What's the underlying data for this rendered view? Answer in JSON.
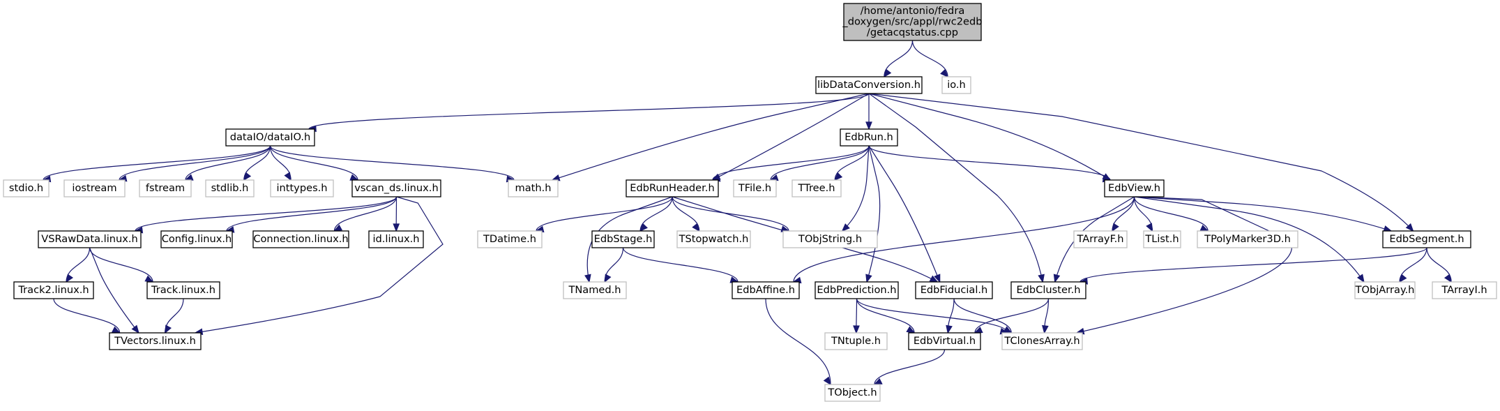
{
  "colors": {
    "edge": "#191970",
    "root_fill": "#bfbfbf",
    "root_border": "#000000",
    "node_fill": "#ffffff",
    "documented_border": "#000000",
    "external_border": "#bfbfbf",
    "external_text": "#000000"
  },
  "nodes": [
    {
      "id": "root",
      "lines": [
        "/home/antonio/fedra",
        "_doxygen/src/appl/rwc2edb",
        "/getacqstatus.cpp"
      ],
      "kind": "root"
    },
    {
      "id": "libDataConversion",
      "lines": [
        "libDataConversion.h"
      ],
      "kind": "documented"
    },
    {
      "id": "io",
      "lines": [
        "io.h"
      ],
      "kind": "external"
    },
    {
      "id": "dataIO",
      "lines": [
        "dataIO/dataIO.h"
      ],
      "kind": "documented"
    },
    {
      "id": "EdbRun",
      "lines": [
        "EdbRun.h"
      ],
      "kind": "documented"
    },
    {
      "id": "stdio",
      "lines": [
        "stdio.h"
      ],
      "kind": "external"
    },
    {
      "id": "iostream",
      "lines": [
        "iostream"
      ],
      "kind": "external"
    },
    {
      "id": "fstream",
      "lines": [
        "fstream"
      ],
      "kind": "external"
    },
    {
      "id": "stdlib",
      "lines": [
        "stdlib.h"
      ],
      "kind": "external"
    },
    {
      "id": "inttypes",
      "lines": [
        "inttypes.h"
      ],
      "kind": "external"
    },
    {
      "id": "vscan_ds",
      "lines": [
        "vscan_ds.linux.h"
      ],
      "kind": "documented"
    },
    {
      "id": "math",
      "lines": [
        "math.h"
      ],
      "kind": "external"
    },
    {
      "id": "EdbRunHeader",
      "lines": [
        "EdbRunHeader.h"
      ],
      "kind": "documented"
    },
    {
      "id": "TFile",
      "lines": [
        "TFile.h"
      ],
      "kind": "external"
    },
    {
      "id": "TTree",
      "lines": [
        "TTree.h"
      ],
      "kind": "external"
    },
    {
      "id": "EdbView",
      "lines": [
        "EdbView.h"
      ],
      "kind": "documented"
    },
    {
      "id": "VSRawData",
      "lines": [
        "VSRawData.linux.h"
      ],
      "kind": "documented"
    },
    {
      "id": "Config",
      "lines": [
        "Config.linux.h"
      ],
      "kind": "documented"
    },
    {
      "id": "Connection",
      "lines": [
        "Connection.linux.h"
      ],
      "kind": "documented"
    },
    {
      "id": "idlinux",
      "lines": [
        "id.linux.h"
      ],
      "kind": "documented"
    },
    {
      "id": "TDatime",
      "lines": [
        "TDatime.h"
      ],
      "kind": "external"
    },
    {
      "id": "EdbStage",
      "lines": [
        "EdbStage.h"
      ],
      "kind": "documented"
    },
    {
      "id": "TStopwatch",
      "lines": [
        "TStopwatch.h"
      ],
      "kind": "external"
    },
    {
      "id": "TObjString",
      "lines": [
        "TObjString.h"
      ],
      "kind": "external"
    },
    {
      "id": "TArrayF",
      "lines": [
        "TArrayF.h"
      ],
      "kind": "external"
    },
    {
      "id": "TList",
      "lines": [
        "TList.h"
      ],
      "kind": "external"
    },
    {
      "id": "TPolyMarker3D",
      "lines": [
        "TPolyMarker3D.h"
      ],
      "kind": "external"
    },
    {
      "id": "EdbSegment",
      "lines": [
        "EdbSegment.h"
      ],
      "kind": "documented"
    },
    {
      "id": "Track2",
      "lines": [
        "Track2.linux.h"
      ],
      "kind": "documented"
    },
    {
      "id": "Track",
      "lines": [
        "Track.linux.h"
      ],
      "kind": "documented"
    },
    {
      "id": "TNamed",
      "lines": [
        "TNamed.h"
      ],
      "kind": "external"
    },
    {
      "id": "EdbAffine",
      "lines": [
        "EdbAffine.h"
      ],
      "kind": "documented"
    },
    {
      "id": "EdbPrediction",
      "lines": [
        "EdbPrediction.h"
      ],
      "kind": "documented"
    },
    {
      "id": "EdbFiducial",
      "lines": [
        "EdbFiducial.h"
      ],
      "kind": "documented"
    },
    {
      "id": "EdbCluster",
      "lines": [
        "EdbCluster.h"
      ],
      "kind": "documented"
    },
    {
      "id": "TObjArray",
      "lines": [
        "TObjArray.h"
      ],
      "kind": "external"
    },
    {
      "id": "TArrayI",
      "lines": [
        "TArrayI.h"
      ],
      "kind": "external"
    },
    {
      "id": "TVectors",
      "lines": [
        "TVectors.linux.h"
      ],
      "kind": "documented"
    },
    {
      "id": "TNtuple",
      "lines": [
        "TNtuple.h"
      ],
      "kind": "external"
    },
    {
      "id": "EdbVirtual",
      "lines": [
        "EdbVirtual.h"
      ],
      "kind": "documented"
    },
    {
      "id": "TClonesArray",
      "lines": [
        "TClonesArray.h"
      ],
      "kind": "external"
    },
    {
      "id": "TObject",
      "lines": [
        "TObject.h"
      ],
      "kind": "external"
    }
  ],
  "edges": [
    {
      "from": "root",
      "to": "libDataConversion"
    },
    {
      "from": "root",
      "to": "io"
    },
    {
      "from": "libDataConversion",
      "to": "dataIO"
    },
    {
      "from": "libDataConversion",
      "to": "math"
    },
    {
      "from": "libDataConversion",
      "to": "EdbRunHeader"
    },
    {
      "from": "libDataConversion",
      "to": "EdbRun"
    },
    {
      "from": "libDataConversion",
      "to": "EdbCluster"
    },
    {
      "from": "libDataConversion",
      "to": "EdbView"
    },
    {
      "from": "libDataConversion",
      "to": "EdbSegment"
    },
    {
      "from": "dataIO",
      "to": "stdio"
    },
    {
      "from": "dataIO",
      "to": "iostream"
    },
    {
      "from": "dataIO",
      "to": "fstream"
    },
    {
      "from": "dataIO",
      "to": "stdlib"
    },
    {
      "from": "dataIO",
      "to": "inttypes"
    },
    {
      "from": "dataIO",
      "to": "vscan_ds"
    },
    {
      "from": "dataIO",
      "to": "math"
    },
    {
      "from": "vscan_ds",
      "to": "VSRawData"
    },
    {
      "from": "vscan_ds",
      "to": "Config"
    },
    {
      "from": "vscan_ds",
      "to": "Connection"
    },
    {
      "from": "vscan_ds",
      "to": "idlinux"
    },
    {
      "from": "vscan_ds",
      "to": "TVectors"
    },
    {
      "from": "VSRawData",
      "to": "Track2"
    },
    {
      "from": "VSRawData",
      "to": "Track"
    },
    {
      "from": "VSRawData",
      "to": "TVectors"
    },
    {
      "from": "Track2",
      "to": "TVectors"
    },
    {
      "from": "Track",
      "to": "TVectors"
    },
    {
      "from": "EdbRun",
      "to": "EdbRunHeader"
    },
    {
      "from": "EdbRun",
      "to": "TFile"
    },
    {
      "from": "EdbRun",
      "to": "TTree"
    },
    {
      "from": "EdbRun",
      "to": "TObjString"
    },
    {
      "from": "EdbRun",
      "to": "EdbView"
    },
    {
      "from": "EdbRun",
      "to": "EdbPrediction"
    },
    {
      "from": "EdbRun",
      "to": "EdbFiducial"
    },
    {
      "from": "EdbRunHeader",
      "to": "TDatime"
    },
    {
      "from": "EdbRunHeader",
      "to": "TNamed"
    },
    {
      "from": "EdbRunHeader",
      "to": "EdbStage"
    },
    {
      "from": "EdbRunHeader",
      "to": "TStopwatch"
    },
    {
      "from": "EdbRunHeader",
      "to": "TObjString"
    },
    {
      "from": "EdbRunHeader",
      "to": "EdbFiducial"
    },
    {
      "from": "EdbStage",
      "to": "TNamed"
    },
    {
      "from": "EdbStage",
      "to": "EdbAffine"
    },
    {
      "from": "EdbView",
      "to": "EdbAffine"
    },
    {
      "from": "EdbView",
      "to": "EdbCluster"
    },
    {
      "from": "EdbView",
      "to": "TArrayF"
    },
    {
      "from": "EdbView",
      "to": "TList"
    },
    {
      "from": "EdbView",
      "to": "TPolyMarker3D"
    },
    {
      "from": "EdbView",
      "to": "EdbSegment"
    },
    {
      "from": "EdbView",
      "to": "TObjArray"
    },
    {
      "from": "EdbView",
      "to": "TClonesArray"
    },
    {
      "from": "EdbSegment",
      "to": "EdbCluster"
    },
    {
      "from": "EdbSegment",
      "to": "TObjArray"
    },
    {
      "from": "EdbSegment",
      "to": "TArrayI"
    },
    {
      "from": "EdbAffine",
      "to": "TObject"
    },
    {
      "from": "EdbPrediction",
      "to": "TNtuple"
    },
    {
      "from": "EdbPrediction",
      "to": "EdbVirtual"
    },
    {
      "from": "EdbPrediction",
      "to": "TClonesArray"
    },
    {
      "from": "EdbFiducial",
      "to": "EdbVirtual"
    },
    {
      "from": "EdbFiducial",
      "to": "TClonesArray"
    },
    {
      "from": "EdbCluster",
      "to": "EdbVirtual"
    },
    {
      "from": "EdbCluster",
      "to": "TClonesArray"
    },
    {
      "from": "EdbVirtual",
      "to": "TObject"
    }
  ]
}
